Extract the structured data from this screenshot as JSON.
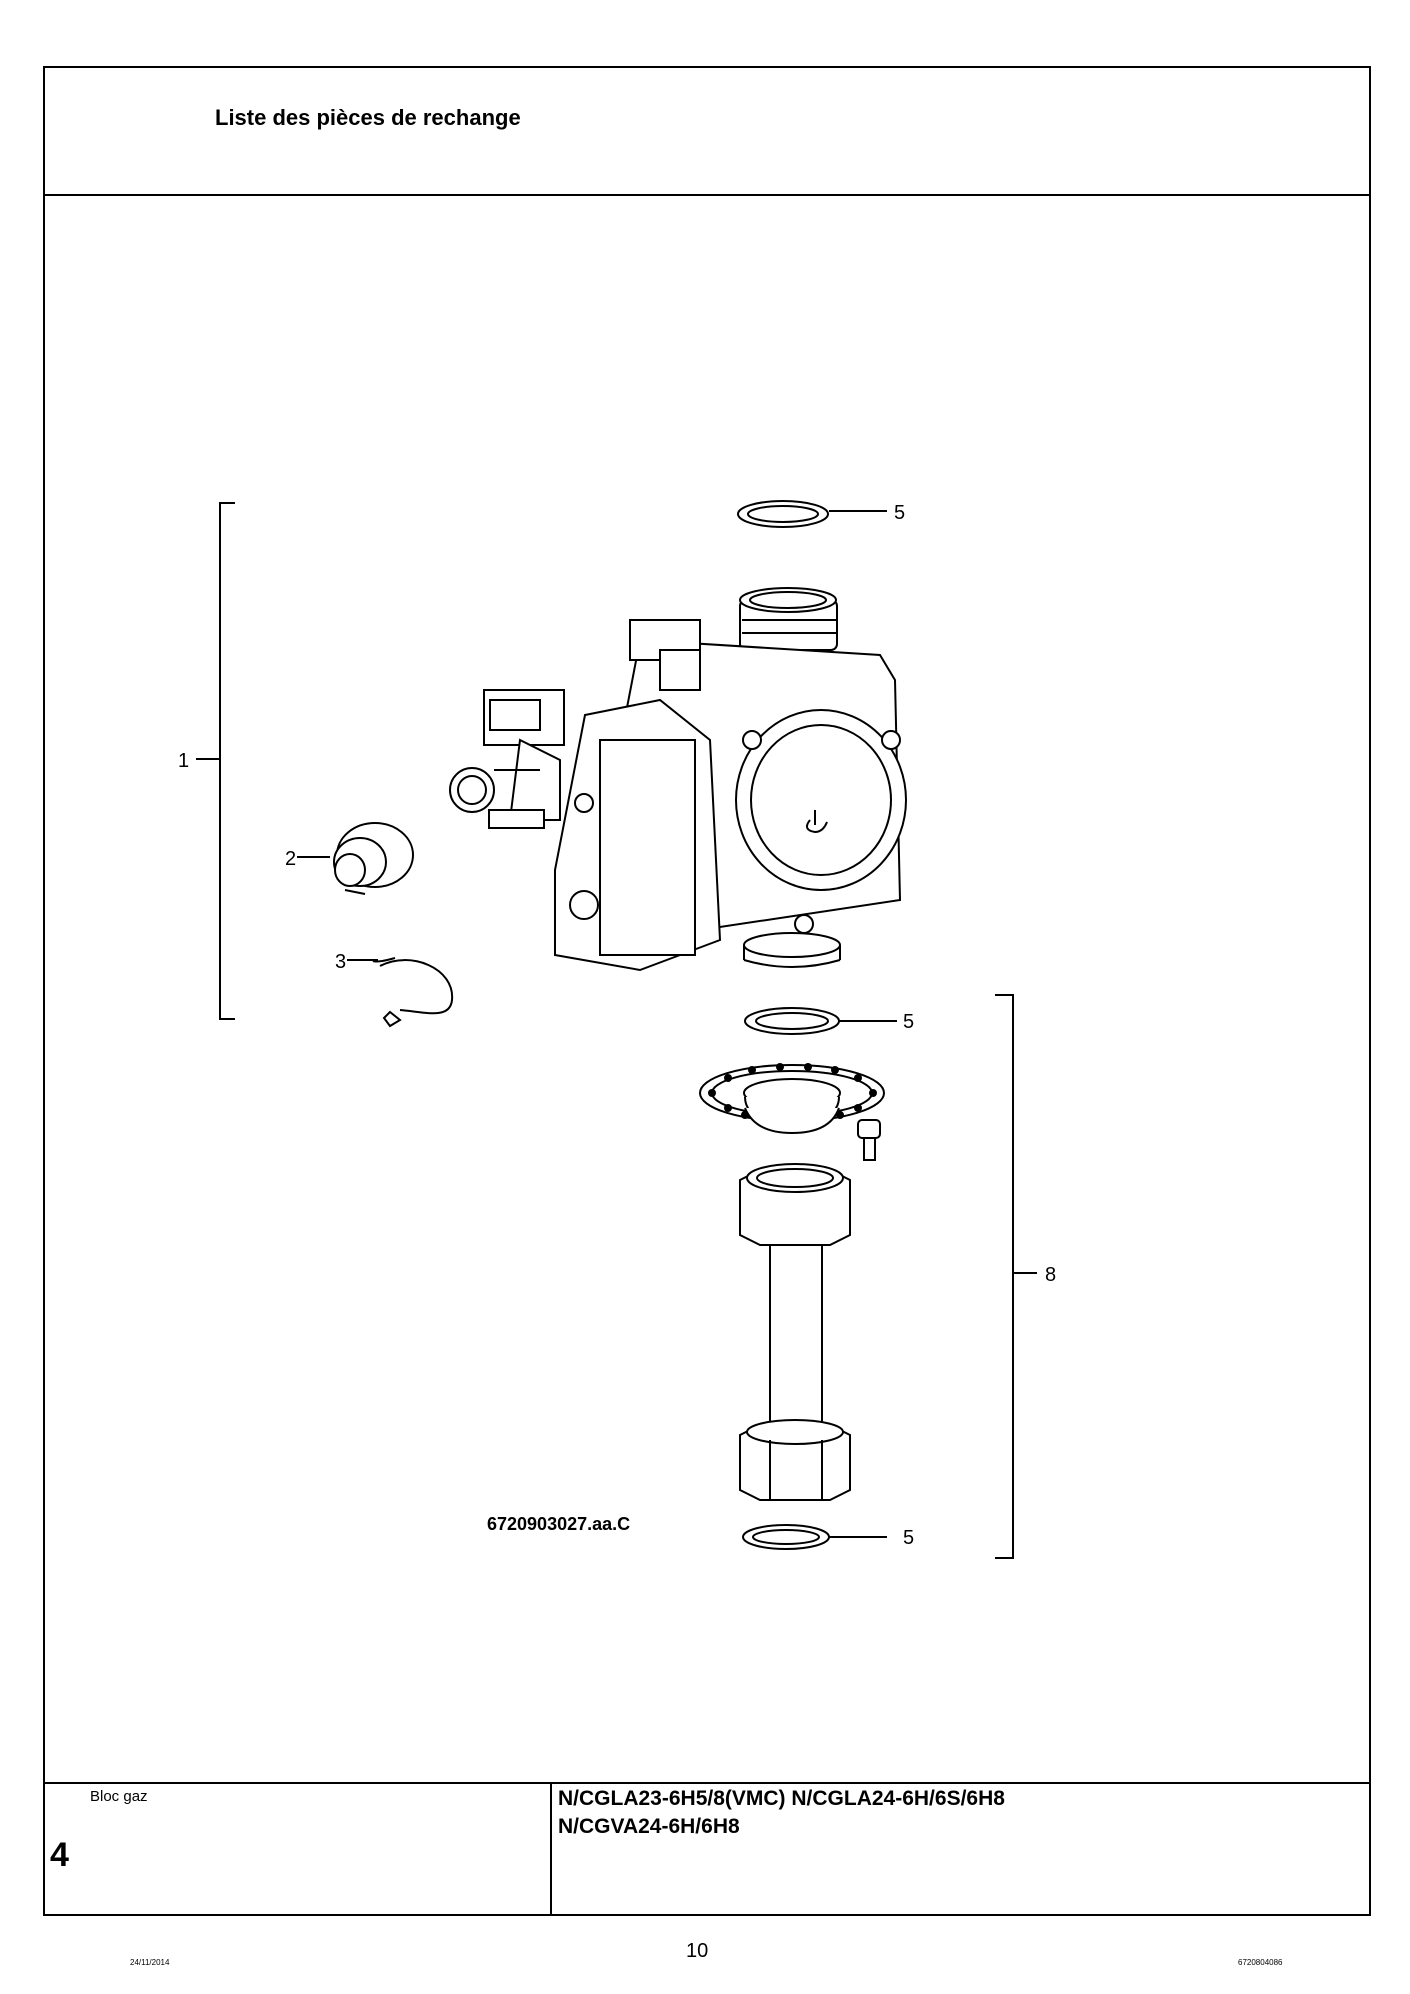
{
  "header": {
    "title": "Liste des pièces de rechange"
  },
  "diagram": {
    "callouts": [
      "1",
      "2",
      "3",
      "5",
      "5",
      "8",
      "5"
    ],
    "figure_id": "6720903027.aa.C"
  },
  "footer_box": {
    "section_name": "Bloc gaz",
    "section_number": "4",
    "models": [
      "N/CGLA23-6H5/8(VMC) N/CGLA24-6H/6S/6H8",
      "N/CGVA24-6H/6H8"
    ]
  },
  "page_footer": {
    "date": "24/11/2014",
    "page_number": "10",
    "doc_id": "6720804086"
  }
}
